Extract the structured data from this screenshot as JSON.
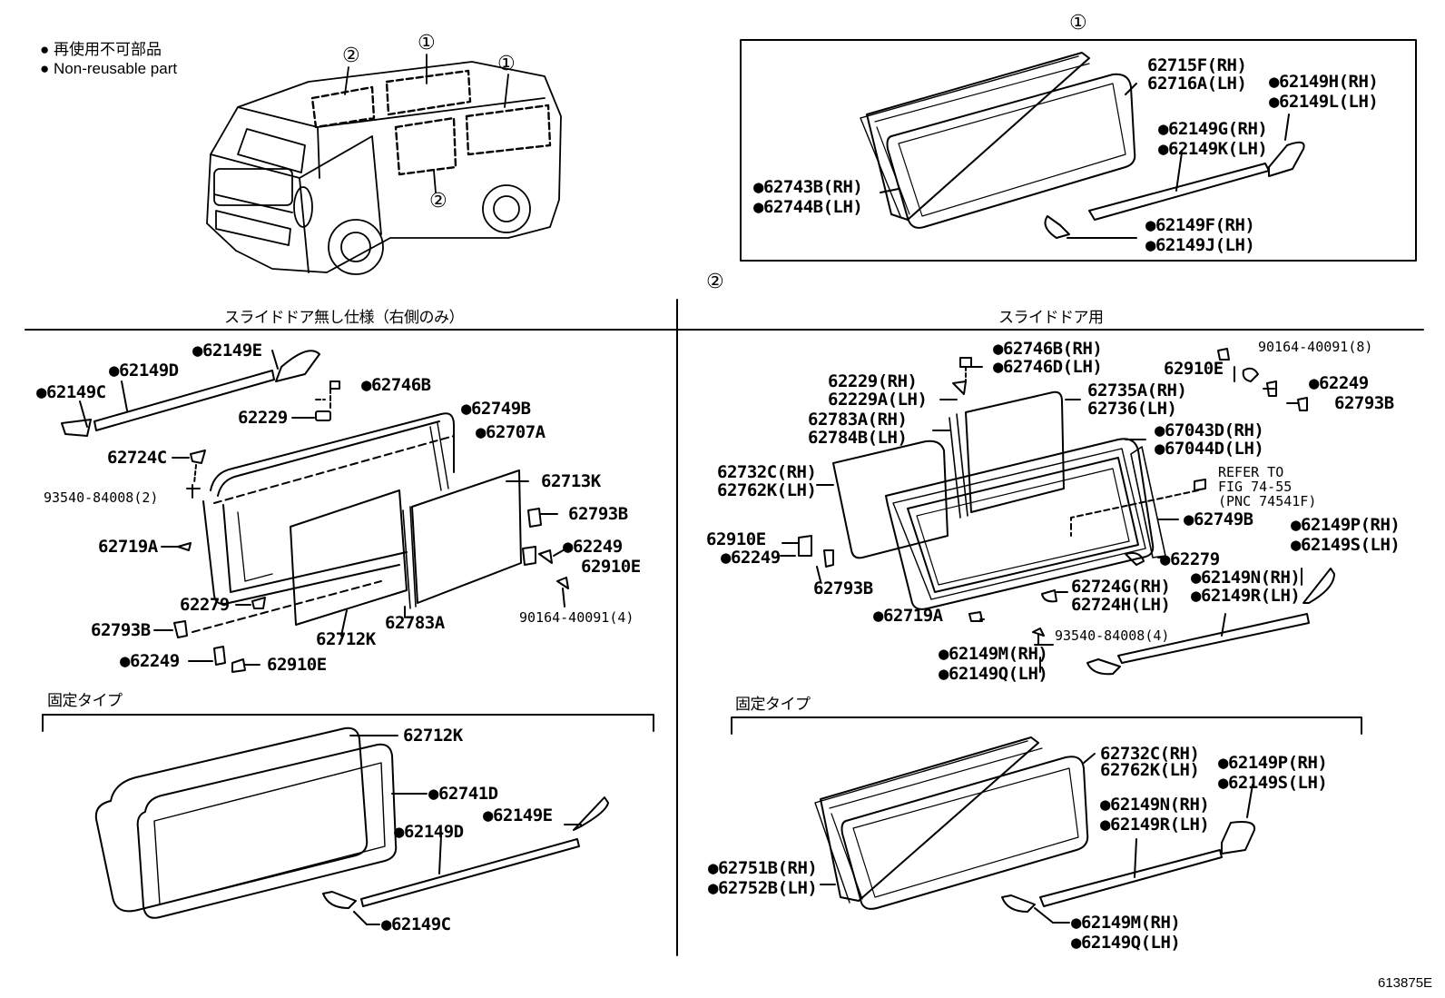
{
  "legend": {
    "bullet": "●",
    "line_jp": "再使用不可部品",
    "line_en": "Non-reusable part"
  },
  "circled": {
    "one": "①",
    "two": "②"
  },
  "sections": {
    "left_title": "スライドドア無し仕様（右側のみ）",
    "right_title": "スライドドア用",
    "fixed_type_left": "固定タイプ",
    "fixed_type_right": "固定タイプ"
  },
  "box1_labels": [
    "62715F(RH)",
    "62716A(LH)",
    "●62149H(RH)",
    "●62149L(LH)",
    "●62149G(RH)",
    "●62149K(LH)",
    "●62743B(RH)",
    "●62744B(LH)",
    "●62149F(RH)",
    "●62149J(LH)"
  ],
  "left_labels": [
    "●62149E",
    "●62149D",
    "●62149C",
    "●62746B",
    "62229",
    "●62749B",
    "●62707A",
    "62724C",
    "93540-84008(2)",
    "62713K",
    "62793B",
    "62719A",
    "●62249",
    "62910E",
    "90164-40091(4)",
    "62279",
    "62712K",
    "62783A",
    "62793B",
    "●62249",
    "62910E"
  ],
  "right_labels": [
    "●62746B(RH)",
    "●62746D(LH)",
    "90164-40091(8)",
    "62910E",
    "●62249",
    "62793B",
    "62229(RH)",
    "62229A(LH)",
    "62735A(RH)",
    "62736(LH)",
    "62783A(RH)",
    "62784B(LH)",
    "●67043D(RH)",
    "●67044D(LH)",
    "62732C(RH)",
    "62762K(LH)",
    "REFER TO",
    "FIG 74-55",
    "(PNC 74541F)",
    "●62749B",
    "●62149P(RH)",
    "●62149S(LH)",
    "62910E",
    "●62249",
    "●62279",
    "●62149N(RH)",
    "●62149R(LH)",
    "62793B",
    "62724G(RH)",
    "62724H(LH)",
    "●62719A",
    "93540-84008(4)",
    "●62149M(RH)",
    "●62149Q(LH)"
  ],
  "fixed_left_labels": [
    "62712K",
    "●62741D",
    "●62149E",
    "●62149D",
    "●62149C"
  ],
  "fixed_right_labels": [
    "62732C(RH)",
    "62762K(LH)",
    "●62149P(RH)",
    "●62149S(LH)",
    "●62149N(RH)",
    "●62149R(LH)",
    "●62751B(RH)",
    "●62752B(LH)",
    "●62149M(RH)",
    "●62149Q(LH)"
  ],
  "figure_number": "613875E"
}
